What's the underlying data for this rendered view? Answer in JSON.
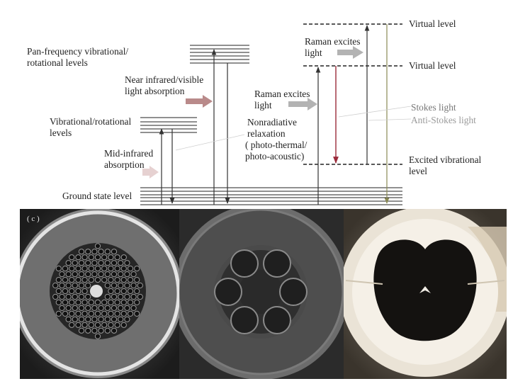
{
  "diagram": {
    "pan_frequency": [
      "Pan-frequency vibrational/",
      "rotational levels"
    ],
    "near_infrared": [
      "Near infrared/visible",
      "light absorption"
    ],
    "vibrational": [
      "Vibrational/rotational",
      "levels"
    ],
    "mid_infrared": [
      "Mid-infrared",
      "absorption"
    ],
    "nonradiative": [
      "Nonradiative",
      "relaxation",
      "( photo-thermal/",
      "photo-acoustic)"
    ],
    "ground_state": "Ground state level",
    "raman_left": [
      "Raman excites",
      "light"
    ],
    "raman_top": [
      "Raman excites",
      "light"
    ],
    "virtual_level_1": "Virtual level",
    "virtual_level_2": "Virtual level",
    "stokes": "Stokes light",
    "anti_stokes": "Anti-Stokes light",
    "excited_vibrational": [
      "Excited vibrational",
      "level"
    ]
  },
  "photos": {
    "panel_label": "( c )",
    "panels": [
      "photonic-crystal-fiber-honeycomb",
      "hollow-core-fiber-six-capillaries",
      "hollow-core-fiber-clover-core"
    ]
  },
  "colors": {
    "pink_arrow": "#b98a8a",
    "light_pink_arrow": "#e6d1d1",
    "gray_arrow": "#b3b3b3",
    "stokes_red": "#9b2a3a",
    "anti_stokes_olive": "#8a8a55",
    "stokes_label": "#777777",
    "anti_stokes_label": "#9a9a9a"
  }
}
